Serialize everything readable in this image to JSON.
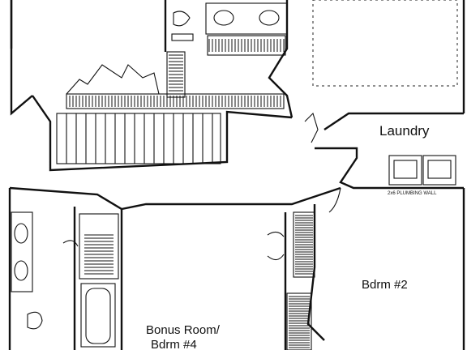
{
  "rooms": {
    "laundry": "Laundry",
    "bedroom2": "Bdrm #2",
    "bonus_line1": "Bonus Room/",
    "bonus_line2": "Bdrm #4"
  },
  "notes": {
    "plumbing_wall": "2x6 PLUMBING WALL"
  }
}
